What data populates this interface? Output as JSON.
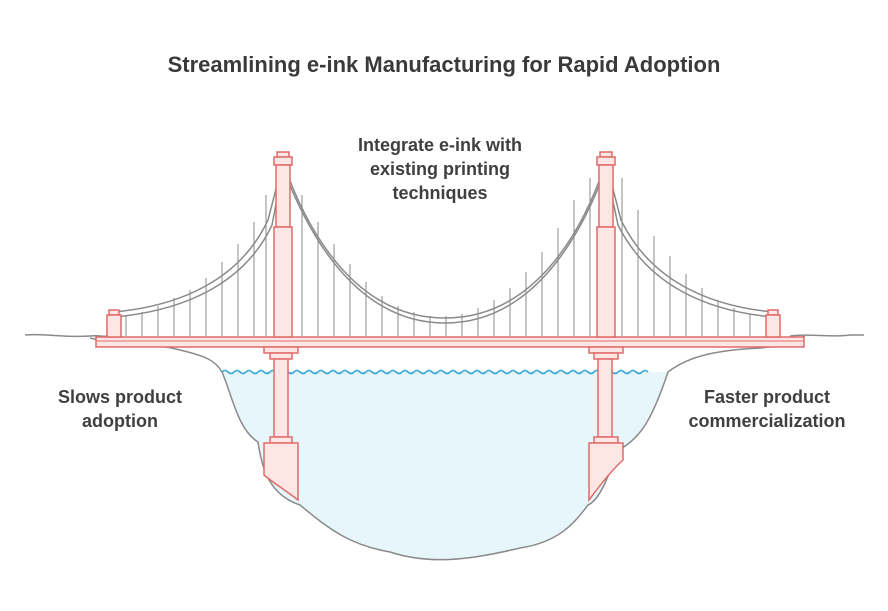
{
  "title": "Streamlining e-ink Manufacturing for Rapid Adoption",
  "center": {
    "line1": "Integrate e-ink with",
    "line2": "existing printing",
    "line3": "techniques"
  },
  "left": {
    "line1": "Slows product",
    "line2": "adoption"
  },
  "right": {
    "line1": "Faster product",
    "line2": "commercialization"
  },
  "colors": {
    "tower_stroke": "#e06a6a",
    "tower_fill": "#fde6e4",
    "cable": "#9a9a9a",
    "water": "#e6f6fb",
    "wave": "#3aa8d8",
    "ground": "#8a8a8a"
  }
}
